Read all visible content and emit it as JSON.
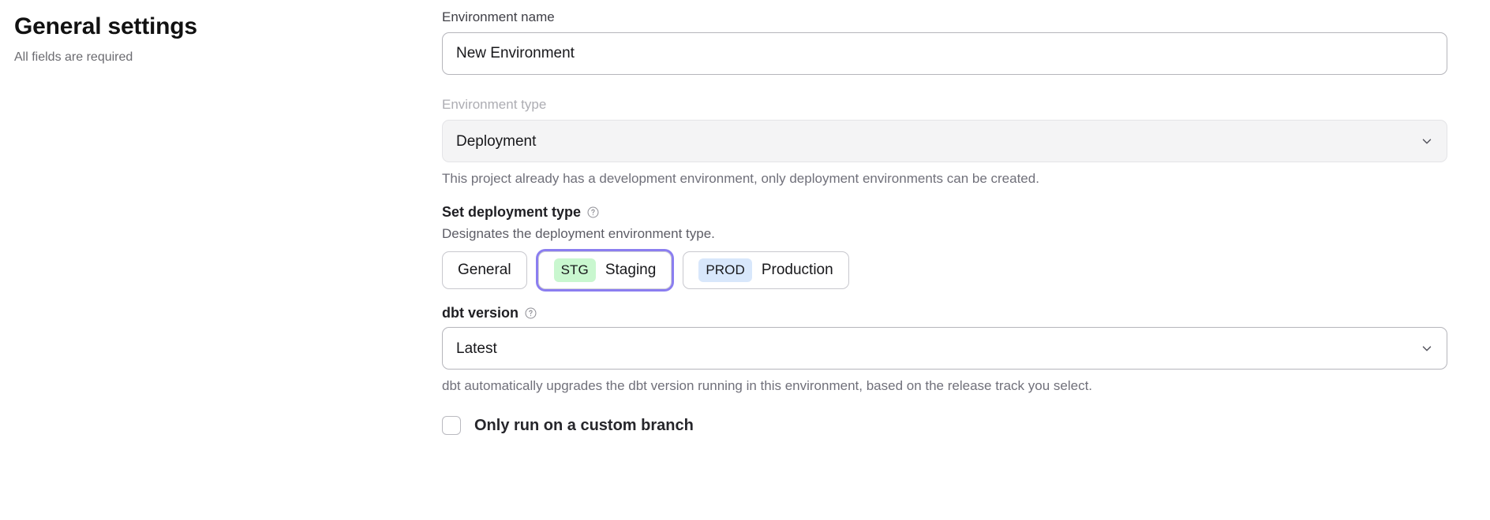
{
  "header": {
    "title": "General settings",
    "subtitle": "All fields are required"
  },
  "form": {
    "environment_name": {
      "label": "Environment name",
      "value": "New Environment",
      "placeholder": "Environment name"
    },
    "environment_type": {
      "label": "Environment type",
      "value": "Deployment",
      "help_text": "This project already has a development environment, only deployment environments can be created.",
      "chevron_icon": "chevron-down-icon",
      "disabled": true
    },
    "deployment_type": {
      "label": "Set deployment type",
      "help_icon": "question-circle-icon",
      "description": "Designates the deployment environment type.",
      "options": [
        {
          "label": "General",
          "badge": "",
          "selected": false
        },
        {
          "label": "Staging",
          "badge": "STG",
          "selected": true
        },
        {
          "label": "Production",
          "badge": "PROD",
          "selected": false
        }
      ]
    },
    "dbt_version": {
      "label": "dbt version",
      "help_icon": "question-circle-icon",
      "value": "Latest",
      "chevron_icon": "chevron-down-icon",
      "help_text": "dbt automatically upgrades the dbt version running in this environment, based on the release track you select."
    },
    "custom_branch": {
      "label": "Only run on a custom branch",
      "checked": false
    }
  },
  "colors": {
    "focus_ring": "#8b7ef0",
    "badge_staging_bg": "#c9f7cf",
    "badge_production_bg": "#d8e7fb",
    "disabled_field_bg": "#f4f4f5",
    "muted_text": "#70707a"
  }
}
